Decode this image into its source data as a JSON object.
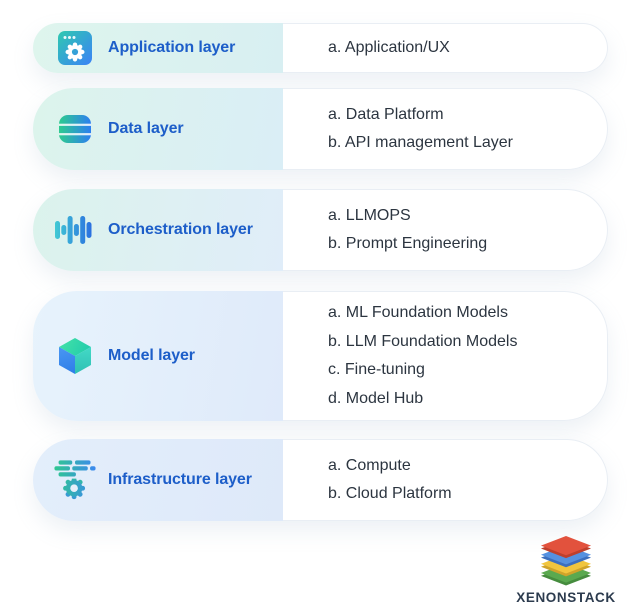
{
  "page": {
    "background": "#ffffff"
  },
  "rows": [
    {
      "icon": "app-window-gear-icon",
      "label": "Application layer",
      "items": [
        "a. Application/UX"
      ]
    },
    {
      "icon": "database-icon",
      "label": "Data layer",
      "items": [
        "a. Data Platform",
        "b. API management Layer"
      ]
    },
    {
      "icon": "audio-wave-icon",
      "label": "Orchestration layer",
      "items": [
        "a. LLMOPS",
        "b. Prompt Engineering"
      ]
    },
    {
      "icon": "cube-3d-icon",
      "label": "Model layer",
      "items": [
        "a. ML Foundation Models",
        "b. LLM Foundation Models",
        "c. Fine-tuning",
        "d. Model Hub"
      ]
    },
    {
      "icon": "bricks-gear-icon",
      "label": "Infrastructure layer",
      "items": [
        "a. Compute",
        "b. Cloud Platform"
      ]
    }
  ],
  "colors": {
    "label_blue": "#1d5ec9",
    "item_text": "#2c3540",
    "panel_border": "#e9eef4",
    "icon_gradient_from": "#2fc9b0",
    "icon_gradient_to": "#3b82f6",
    "left_panel_mint": "#dcf4ec",
    "left_panel_blue": "#e3eefb"
  },
  "logo": {
    "text": "XENONSTACK",
    "layer_colors": [
      "#e2523d",
      "#5591e0",
      "#f1c53e",
      "#5aa94f"
    ],
    "layer_shadow_colors": [
      "#bf3f2c",
      "#3c6fbe",
      "#cfa32a",
      "#468c3e"
    ]
  }
}
